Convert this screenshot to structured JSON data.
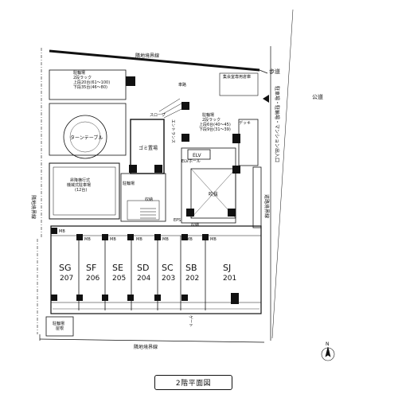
{
  "plan": {
    "title": "2階平面図",
    "boundary_top": "隣地境界線",
    "boundary_bottom": "隣地境界線",
    "boundary_left": "隣地境界線",
    "sidewalk": "歩道",
    "public_road": "公道",
    "road_side_boundary": "道路境界線",
    "bike_entrance": "駐車場・駐輪場・マンション出入口",
    "bike_parking_top": [
      "駐輪場",
      "2段ラック",
      "上段20台(61〜100)",
      "下段35台(46〜80)"
    ],
    "bike_parking_right": [
      "駐輪場",
      "2段ラック",
      "上段6台(40〜45)",
      "下段9台(31〜39)"
    ],
    "bike_parking_small": "駐輪場",
    "bike_parking_bottom": [
      "駐輪場",
      "屋根"
    ],
    "driveway": "車路",
    "turntable": "ターンテーブル",
    "mechanical_parking": [
      "昇降横行式",
      "機械式駐車場",
      "(12台)"
    ],
    "garbage": "ゴミ置場",
    "shop": "集会室専用倉庫",
    "entrance": "エントランス",
    "slope": "スロープ",
    "elv": "ELV",
    "elv_hall": "ELVホール",
    "deck": "デッキ",
    "void": "吹抜",
    "storage": "収納",
    "storage_small": "収納",
    "mb_label": "MB",
    "eps_label": "EPS",
    "gate": "ゲート",
    "compass": "N",
    "units": [
      {
        "name": "SG",
        "number": "207"
      },
      {
        "name": "SF",
        "number": "206"
      },
      {
        "name": "SE",
        "number": "205"
      },
      {
        "name": "SD",
        "number": "204"
      },
      {
        "name": "SC",
        "number": "203"
      },
      {
        "name": "SB",
        "number": "202"
      },
      {
        "name": "SJ",
        "number": "201"
      }
    ]
  }
}
